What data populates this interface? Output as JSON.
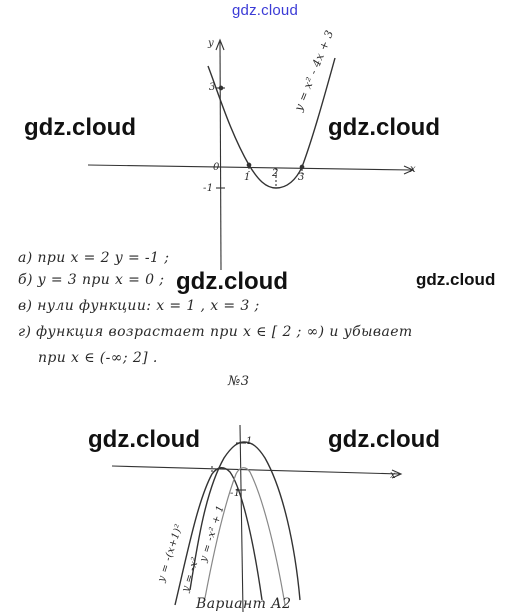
{
  "header": {
    "site_link": "gdz.cloud"
  },
  "watermarks": [
    {
      "text": "gdz.cloud",
      "size": "big"
    },
    {
      "text": "gdz.cloud",
      "size": "big"
    },
    {
      "text": "gdz.cloud",
      "size": "big"
    },
    {
      "text": "gdz.cloud",
      "size": "small"
    },
    {
      "text": "gdz.cloud",
      "size": "big"
    },
    {
      "text": "gdz.cloud",
      "size": "big"
    }
  ],
  "graph1": {
    "axis_y": "y",
    "axis_x": "x",
    "tick_3": "3",
    "tick_0": "0",
    "tick_neg1": "-1",
    "tick_1": "1",
    "tick_2": "2",
    "tick_x3": "3",
    "curve_label": "y = x² - 4x + 3"
  },
  "answers": [
    "а) при x = 2   y = -1 ;",
    "б) y = 3  при x = 0 ;",
    "в) нули функции: x = 1 ,  x = 3 ;",
    "г) функция возрастает при  x ∈ [ 2 ; ∞)   и убывает",
    "при x ∈ (-∞; 2] ."
  ],
  "task_number": "№3",
  "graph2": {
    "axis_x": "x",
    "tick_1": "1",
    "tick_neg1": "-1",
    "label_a": "y = -x² + 1",
    "label_b": "y = -(x+1)²",
    "label_c": "y = -x²"
  },
  "footer": {
    "variant": "Вариант А2"
  },
  "colors": {
    "link": "#3b3bd6",
    "ink": "#2a2a2a",
    "watermark": "#111111"
  }
}
